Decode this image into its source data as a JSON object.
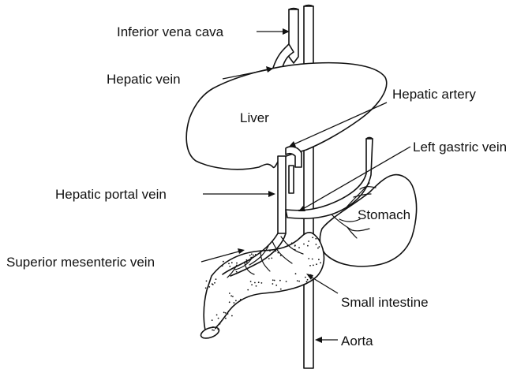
{
  "labels": {
    "inferior_vena_cava": "Inferior vena cava",
    "hepatic_vein": "Hepatic vein",
    "liver": "Liver",
    "hepatic_artery": "Hepatic artery",
    "left_gastric_vein": "Left gastric vein",
    "hepatic_portal_vein": "Hepatic portal vein",
    "stomach": "Stomach",
    "superior_mesenteric_vein": "Superior mesenteric vein",
    "small_intestine": "Small intestine",
    "aorta": "Aorta"
  },
  "colors": {
    "ink": "#111111",
    "background": "#ffffff"
  }
}
